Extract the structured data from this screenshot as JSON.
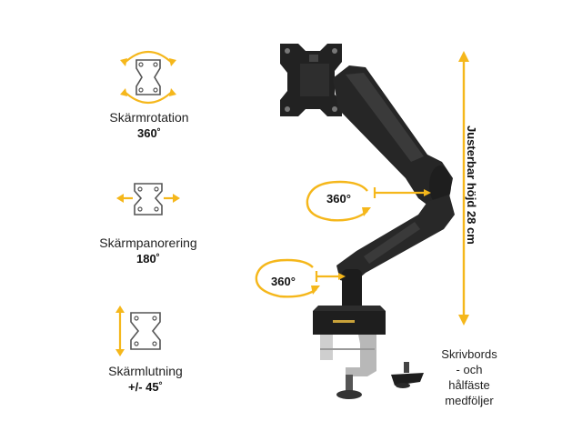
{
  "features": [
    {
      "label": "Skärmrotation",
      "value": "360˚"
    },
    {
      "label": "Skärmpanorering",
      "value": "180˚"
    },
    {
      "label": "Skärmlutning",
      "value": "+/- 45˚"
    }
  ],
  "arm_angles": {
    "upper": "360°",
    "lower": "360°"
  },
  "height_label": "Justerbar höjd 28 cm",
  "clamp_text_lines": [
    "Skrivbords",
    "-  och",
    "hålfäste",
    "medföljer"
  ],
  "colors": {
    "accent": "#f5b71b",
    "arm": "#222222",
    "icon_line": "#555555",
    "clamp_silver": "#b8b8b8"
  }
}
